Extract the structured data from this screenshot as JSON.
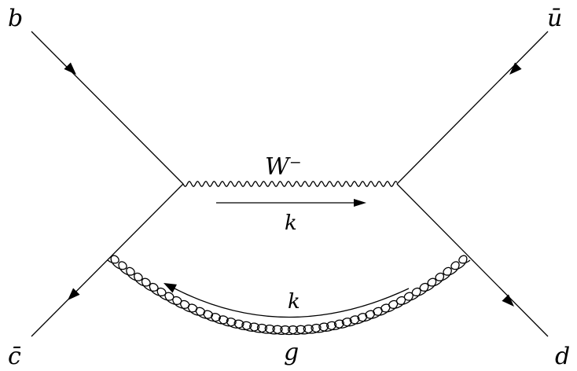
{
  "labels": {
    "b": "b",
    "ubar": "ū",
    "cbar": "c̄",
    "d": "d",
    "w_boson": "W⁻",
    "w_momentum": "k",
    "g_momentum": "k",
    "gluon": "g"
  },
  "lines": {
    "b_quark": "fermion",
    "ubar_quark": "fermion",
    "cbar_quark": "fermion",
    "d_quark": "fermion",
    "w_propagator": "boson-wavy",
    "gluon_propagator": "gluon-curly"
  },
  "colors": {
    "ink": "#000000",
    "background": "#ffffff"
  }
}
